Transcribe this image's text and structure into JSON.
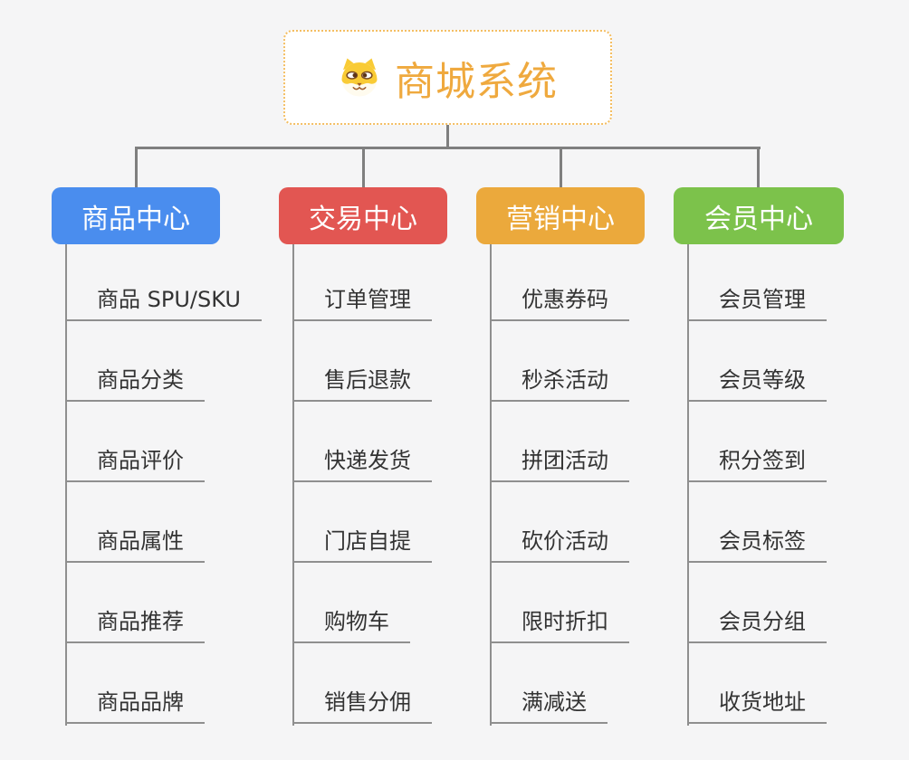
{
  "root": {
    "title": "商城系统",
    "icon": "shiba-dog-icon",
    "text_color": "#efa93e",
    "border_color": "#f4be62"
  },
  "branches": [
    {
      "id": "product-center",
      "label": "商品中心",
      "color": "#4a8dee",
      "children": [
        "商品 SPU/SKU",
        "商品分类",
        "商品评价",
        "商品属性",
        "商品推荐",
        "商品品牌"
      ]
    },
    {
      "id": "trade-center",
      "label": "交易中心",
      "color": "#e25652",
      "children": [
        "订单管理",
        "售后退款",
        "快递发货",
        "门店自提",
        "购物车",
        "销售分佣"
      ]
    },
    {
      "id": "marketing-center",
      "label": "营销中心",
      "color": "#eba93c",
      "children": [
        "优惠券码",
        "秒杀活动",
        "拼团活动",
        "砍价活动",
        "限时折扣",
        "满减送"
      ]
    },
    {
      "id": "member-center",
      "label": "会员中心",
      "color": "#7cc24b",
      "children": [
        "会员管理",
        "会员等级",
        "积分签到",
        "会员标签",
        "会员分组",
        "收货地址"
      ]
    }
  ],
  "colors": {
    "background": "#f5f5f6",
    "connector": "#7f7f7f",
    "item_line": "#8f8f8f",
    "item_text": "#333333",
    "branch_text": "#ffffff"
  }
}
